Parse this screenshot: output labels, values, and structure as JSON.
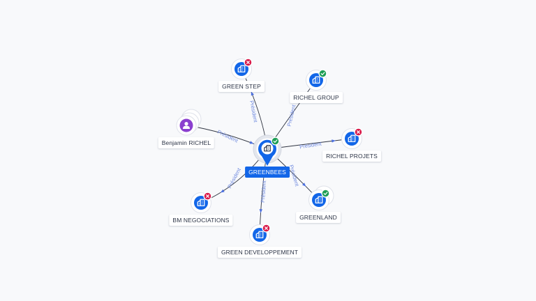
{
  "graph": {
    "center": {
      "label": "GREENBEES",
      "status": "active",
      "icon": "building-icon",
      "accent": "#1266e8"
    },
    "nodes": [
      {
        "id": "green-step",
        "label": "GREEN STEP",
        "type": "company",
        "status": "closed"
      },
      {
        "id": "richel-group",
        "label": "RICHEL GROUP",
        "type": "company",
        "status": "active"
      },
      {
        "id": "benjamin-richel",
        "label": "Benjamin RICHEL",
        "type": "person",
        "status": ""
      },
      {
        "id": "richel-projets",
        "label": "RICHEL PROJETS",
        "type": "company",
        "status": "closed"
      },
      {
        "id": "bm-negociations",
        "label": "BM NEGOCIATIONS",
        "type": "company",
        "status": "closed"
      },
      {
        "id": "greenland",
        "label": "GREENLAND",
        "type": "company",
        "status": "active"
      },
      {
        "id": "green-developpement",
        "label": "GREEN DEVELOPPEMENT",
        "type": "company",
        "status": "closed"
      }
    ],
    "edges": [
      {
        "from": "greenbees",
        "to": "green-step",
        "label": "Président"
      },
      {
        "from": "greenbees",
        "to": "richel-group",
        "label": "Président"
      },
      {
        "from": "benjamin-richel",
        "to": "greenbees",
        "label": "Président"
      },
      {
        "from": "greenbees",
        "to": "richel-projets",
        "label": "Président"
      },
      {
        "from": "greenbees",
        "to": "bm-negociations",
        "label": "Président"
      },
      {
        "from": "greenbees",
        "to": "greenland",
        "label": "Président"
      },
      {
        "from": "greenbees",
        "to": "green-developpement",
        "label": "Président"
      }
    ],
    "colors": {
      "company": "#1266e8",
      "person": "#8b3fcf",
      "active_badge": "#1e9e56",
      "closed_badge": "#d91a4a",
      "edge_label": "#6d88df"
    }
  }
}
